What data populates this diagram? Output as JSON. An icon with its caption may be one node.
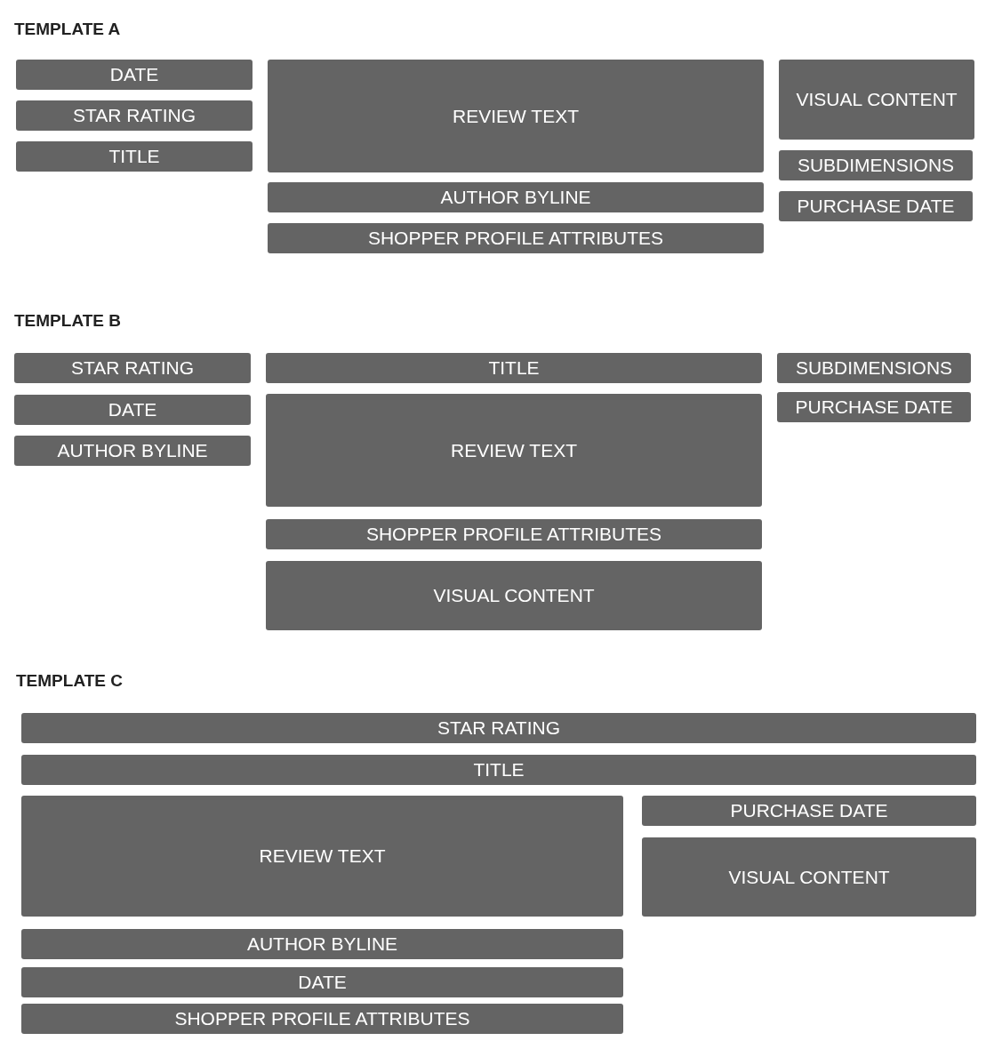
{
  "diagram": {
    "nodes": [
      {
        "text": [
          "DATE"
        ]
      },
      {
        "text": [
          "STAR RATING"
        ]
      },
      {
        "text": [
          "TITLE"
        ]
      },
      {
        "text": [
          "REVIEW TEXT"
        ]
      },
      {
        "text": [
          "AUTHOR BYLINE"
        ]
      },
      {
        "text": [
          "SHOPPER PROFILE ATTRIBUTES"
        ]
      },
      {
        "text": [
          "VISUAL CONTENT"
        ]
      },
      {
        "text": [
          "SUBDIMENSIONS"
        ]
      },
      {
        "text": [
          "PURCHASE DATE"
        ]
      },
      {
        "text": [
          "STAR RATING"
        ]
      },
      {
        "text": [
          "DATE"
        ]
      },
      {
        "text": [
          "AUTHOR BYLINE"
        ]
      },
      {
        "text": [
          "TITLE"
        ]
      },
      {
        "text": [
          "REVIEW TEXT"
        ]
      },
      {
        "text": [
          "SHOPPER PROFILE ATTRIBUTES"
        ]
      },
      {
        "text": [
          "VISUAL CONTENT"
        ]
      },
      {
        "text": [
          "SUBDIMENSIONS"
        ]
      },
      {
        "text": [
          "PURCHASE DATE"
        ]
      },
      {
        "text": [
          "STAR RATING"
        ]
      },
      {
        "text": [
          "TITLE"
        ]
      },
      {
        "text": [
          "REVIEW TEXT"
        ]
      },
      {
        "text": [
          "AUTHOR BYLINE"
        ]
      },
      {
        "text": [
          "DATE"
        ]
      },
      {
        "text": [
          "SHOPPER PROFILE ATTRIBUTES"
        ]
      },
      {
        "text": [
          "PURCHASE DATE"
        ]
      },
      {
        "text": [
          "VISUAL CONTENT"
        ]
      }
    ],
    "labels": [
      "TEMPLATE A",
      "TEMPLATE B",
      "TEMPLATE C"
    ]
  }
}
